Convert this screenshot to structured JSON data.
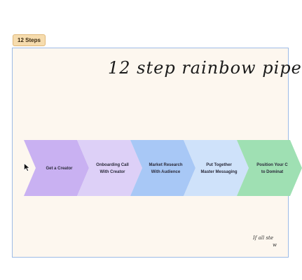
{
  "frame_tag": {
    "label": "12 Steps"
  },
  "board": {
    "title": "12 step rainbow pipe",
    "note_lines": [
      "If all ste",
      "w"
    ]
  },
  "pipeline": {
    "steps": [
      {
        "lines": [
          "Get a Creator"
        ],
        "color": "#c9b1f2"
      },
      {
        "lines": [
          "Onboarding Call",
          "With Creator"
        ],
        "color": "#ddd0f7"
      },
      {
        "lines": [
          "Market Research",
          "With Audience"
        ],
        "color": "#a8c8f6"
      },
      {
        "lines": [
          "Put Together",
          "Master Messaging"
        ],
        "color": "#cfe2fa"
      },
      {
        "lines": [
          "Position Your C",
          "to Dominat"
        ],
        "color": "#9fe0b3"
      }
    ]
  }
}
